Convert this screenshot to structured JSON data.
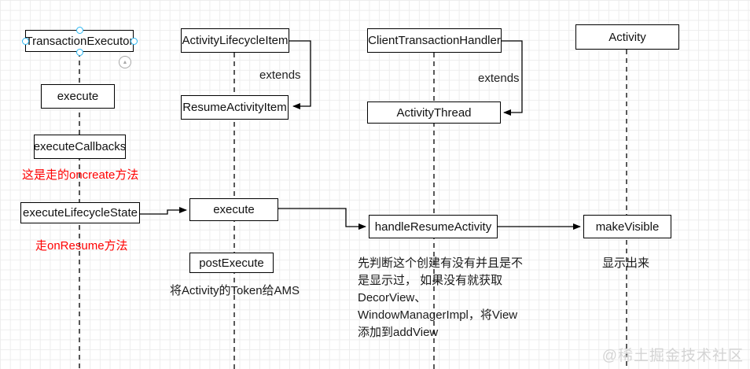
{
  "nodes": {
    "transaction_executor": "TransactionExecutor",
    "execute_te": "execute",
    "execute_callbacks": "executeCallbacks",
    "execute_lifecycle_state": "executeLifecycleState",
    "activity_lifecycle_item": "ActivityLifecycleItem",
    "resume_activity_item": "ResumeActivityItem",
    "execute_rai": "execute",
    "post_execute": "postExecute",
    "client_transaction_handler": "ClientTransactionHandler",
    "activity_thread": "ActivityThread",
    "handle_resume_activity": "handleResumeActivity",
    "activity": "Activity",
    "make_visible": "makeVisible"
  },
  "edge_labels": {
    "extends_lifecycle_item": "extends",
    "extends_activity_thread": "extends"
  },
  "annotations": {
    "oncreate_note": "这是走的oncreate方法",
    "onresume_note": "走onResume方法",
    "token_note": "将Activity的Token给AMS",
    "visible_note": "显示出来",
    "handle_resume_note_lines": [
      "先判断这个创建有没有并且是不",
      "是显示过， 如果没有就获取",
      "DecorView、",
      "WindowManagerImpl，将View",
      "添加到addView"
    ]
  },
  "watermark": "@稀土掘金技术社区",
  "colors": {
    "annotation_red": "#ff0000",
    "selection_handle_blue": "#29b6f2",
    "stroke_black": "#000000",
    "watermark_gray": "#d4d4d4"
  }
}
